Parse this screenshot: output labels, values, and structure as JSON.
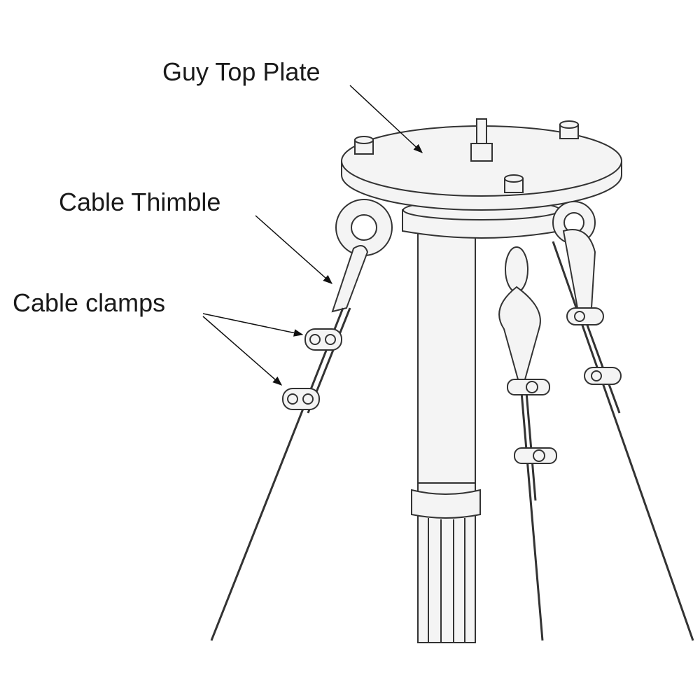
{
  "labels": {
    "guy_top_plate": "Guy Top Plate",
    "cable_thimble": "Cable Thimble",
    "cable_clamps": "Cable clamps"
  },
  "colors": {
    "line": "#333333",
    "fill": "#f4f4f4",
    "text": "#1a1a1a"
  }
}
